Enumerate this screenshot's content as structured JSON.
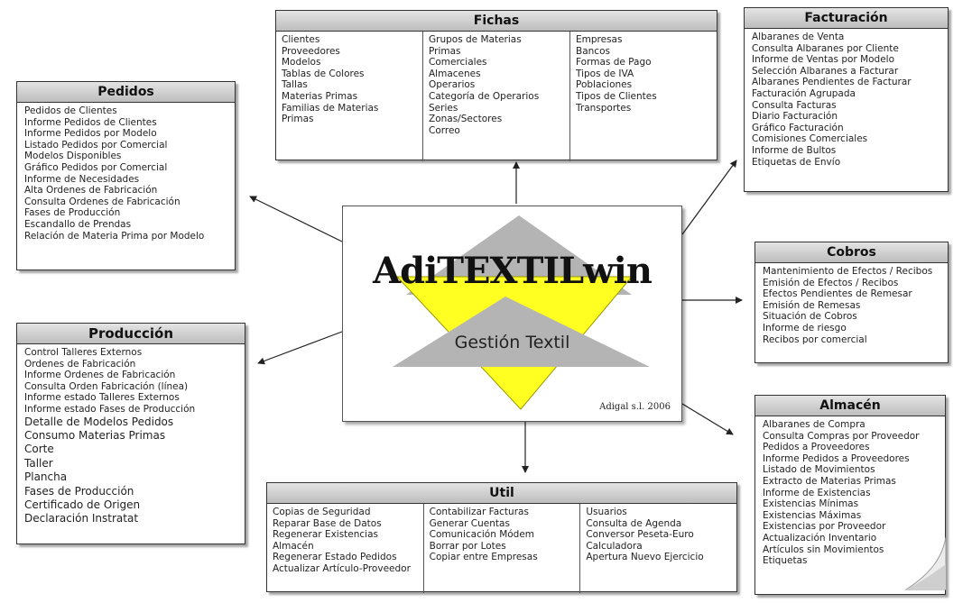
{
  "center": {
    "logo": "AdiTEXTILwin",
    "subtitle": "Gestión Textil",
    "credit": "Adigal s.l. 2006",
    "colors": {
      "yellow": "#ffff22",
      "gray": "#b4b4b4"
    }
  },
  "fichas": {
    "title": "Fichas",
    "columns": [
      [
        "Clientes",
        "Proveedores",
        "Modelos",
        "Tablas de Colores",
        "Tallas",
        "Materias Primas",
        "Familias de Materias",
        "Primas"
      ],
      [
        "Grupos de Materias",
        "Primas",
        "Comerciales",
        "Almacenes",
        "Operarios",
        "Categoría de Operarios",
        "Series",
        "Zonas/Sectores",
        "Correo"
      ],
      [
        "Empresas",
        "Bancos",
        "Formas de Pago",
        "Tipos de IVA",
        "Poblaciones",
        "Tipos de Clientes",
        "Transportes"
      ]
    ]
  },
  "facturacion": {
    "title": "Facturación",
    "items": [
      "Albaranes de Venta",
      "Consulta Albaranes por Cliente",
      "Informe de Ventas por Modelo",
      "Selección Albaranes a Facturar",
      "Albaranes Pendientes de Facturar",
      "Facturación Agrupada",
      "Consulta Facturas",
      "Diario Facturación",
      "Gráfico Facturación",
      "Comisiones Comerciales",
      "Informe de Bultos",
      "Etiquetas de Envío"
    ]
  },
  "pedidos": {
    "title": "Pedidos",
    "items": [
      "Pedidos de Clientes",
      "Informe Pedidos de Clientes",
      "Informe Pedidos por Modelo",
      "Listado Pedidos por Comercial",
      "Modelos Disponibles",
      "Gráfico Pedidos por Comercial",
      "Informe de Necesidades",
      "Alta Ordenes de Fabricación",
      "Consulta Ordenes de Fabricación",
      "Fases de Producción",
      "Escandallo de Prendas",
      "Relación de Materia Prima por Modelo"
    ]
  },
  "cobros": {
    "title": "Cobros",
    "items": [
      "Mantenimiento de Efectos / Recibos",
      "Emisión de Efectos / Recibos",
      "Efectos Pendientes de Remesar",
      "Emisión de Remesas",
      "Situación de Cobros",
      "Informe de riesgo",
      "Recibos por comercial"
    ]
  },
  "produccion": {
    "title": "Producción",
    "items_small": [
      "Control Talleres Externos",
      "Ordenes de Fabricación",
      "Informe Ordenes de Fabricación",
      "Consulta Orden Fabricación (línea)",
      "Informe estado Talleres Externos",
      "Informe estado Fases de Producción"
    ],
    "items_large": [
      "Detalle de Modelos Pedidos",
      "Consumo Materias Primas",
      "Corte",
      "Taller",
      "Plancha",
      "Fases de Producción",
      "Certificado de Origen",
      "Declaración Instratat"
    ]
  },
  "almacen": {
    "title": "Almacén",
    "items": [
      "Albaranes de Compra",
      "Consulta Compras por Proveedor",
      "Pedidos a Proveedores",
      "Informe Pedidos a Proveedores",
      "Listado de Movimientos",
      "Extracto de Materias Primas",
      "Informe de Existencias",
      "Existencias Mínimas",
      "Existencias Máximas",
      "Existencias por Proveedor",
      "Actualización Inventario",
      "Artículos sin Movimientos",
      "Etiquetas"
    ]
  },
  "util": {
    "title": "Util",
    "columns": [
      [
        "Copias de Seguridad",
        "Reparar Base de Datos",
        "Regenerar Existencias",
        "Almacén",
        "Regenerar Estado Pedidos",
        "Actualizar Artículo-Proveedor"
      ],
      [
        "Contabilizar Facturas",
        "Generar Cuentas",
        "Comunicación Módem",
        "Borrar por Lotes",
        "Copiar entre Empresas"
      ],
      [
        "Usuarios",
        "Consulta de Agenda",
        "Conversor Peseta-Euro",
        "Calculadora",
        "Apertura Nuevo Ejercicio"
      ]
    ]
  }
}
